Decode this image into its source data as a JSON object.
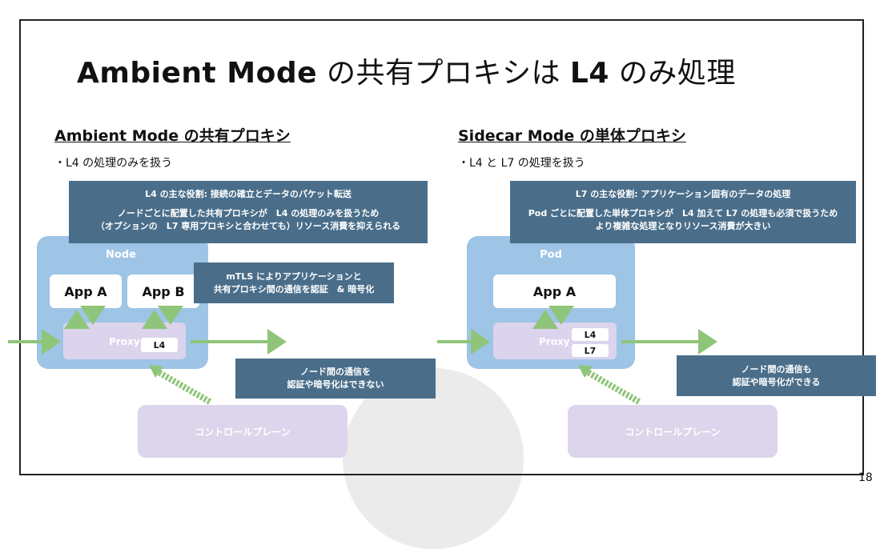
{
  "title": {
    "part1": "Ambient Mode",
    "part2": " の共有プロキシは ",
    "part3": "L4",
    "part4": " のみ処理"
  },
  "left": {
    "heading": "Ambient Mode の共有プロキシ",
    "bullet": "・L4 の処理のみを扱う",
    "callout_top": {
      "line1": "L4 の主な役割: 接続の確立とデータのパケット転送",
      "line2": "ノードごとに配置した共有プロキシが　L4 の処理のみを扱うため",
      "line3": "（オプションの　L7 専用プロキシと合わせても）リソース消費を抑えられる"
    },
    "zone_label": "Node",
    "app_a": "App A",
    "app_b": "App B",
    "proxy_label": "Proxy",
    "tag_l4": "L4",
    "callout_mtls": {
      "line1": "mTLS によりアプリケーションと",
      "line2": "共有プロキシ間の通信を認証　& 暗号化"
    },
    "callout_node": {
      "line1": "ノード間の通信を",
      "line2": "認証や暗号化はできない"
    },
    "control_plane": "コントロールプレーン"
  },
  "right": {
    "heading": "Sidecar Mode の単体プロキシ",
    "bullet": "・L4 と L7 の処理を扱う",
    "callout_top": {
      "line1": "L7 の主な役割: アプリケーション固有のデータの処理",
      "line2": "Pod ごとに配置した単体プロキシが　L4 加えて L7 の処理も必須で扱うため",
      "line3": "より複雑な処理となりリソース消費が大きい"
    },
    "zone_label": "Pod",
    "app_a": "App A",
    "proxy_label": "Proxy",
    "tag_l4": "L4",
    "tag_l7": "L7",
    "callout_node": {
      "line1": "ノード間の通信も",
      "line2": "認証や暗号化ができる"
    },
    "control_plane": "コントロールプレーン"
  },
  "page_number": "18",
  "colors": {
    "callout": "#4a6e8a",
    "zone": "#9ec4e6",
    "proxy": "#dcd3ec",
    "arrow": "#8fc57a"
  }
}
